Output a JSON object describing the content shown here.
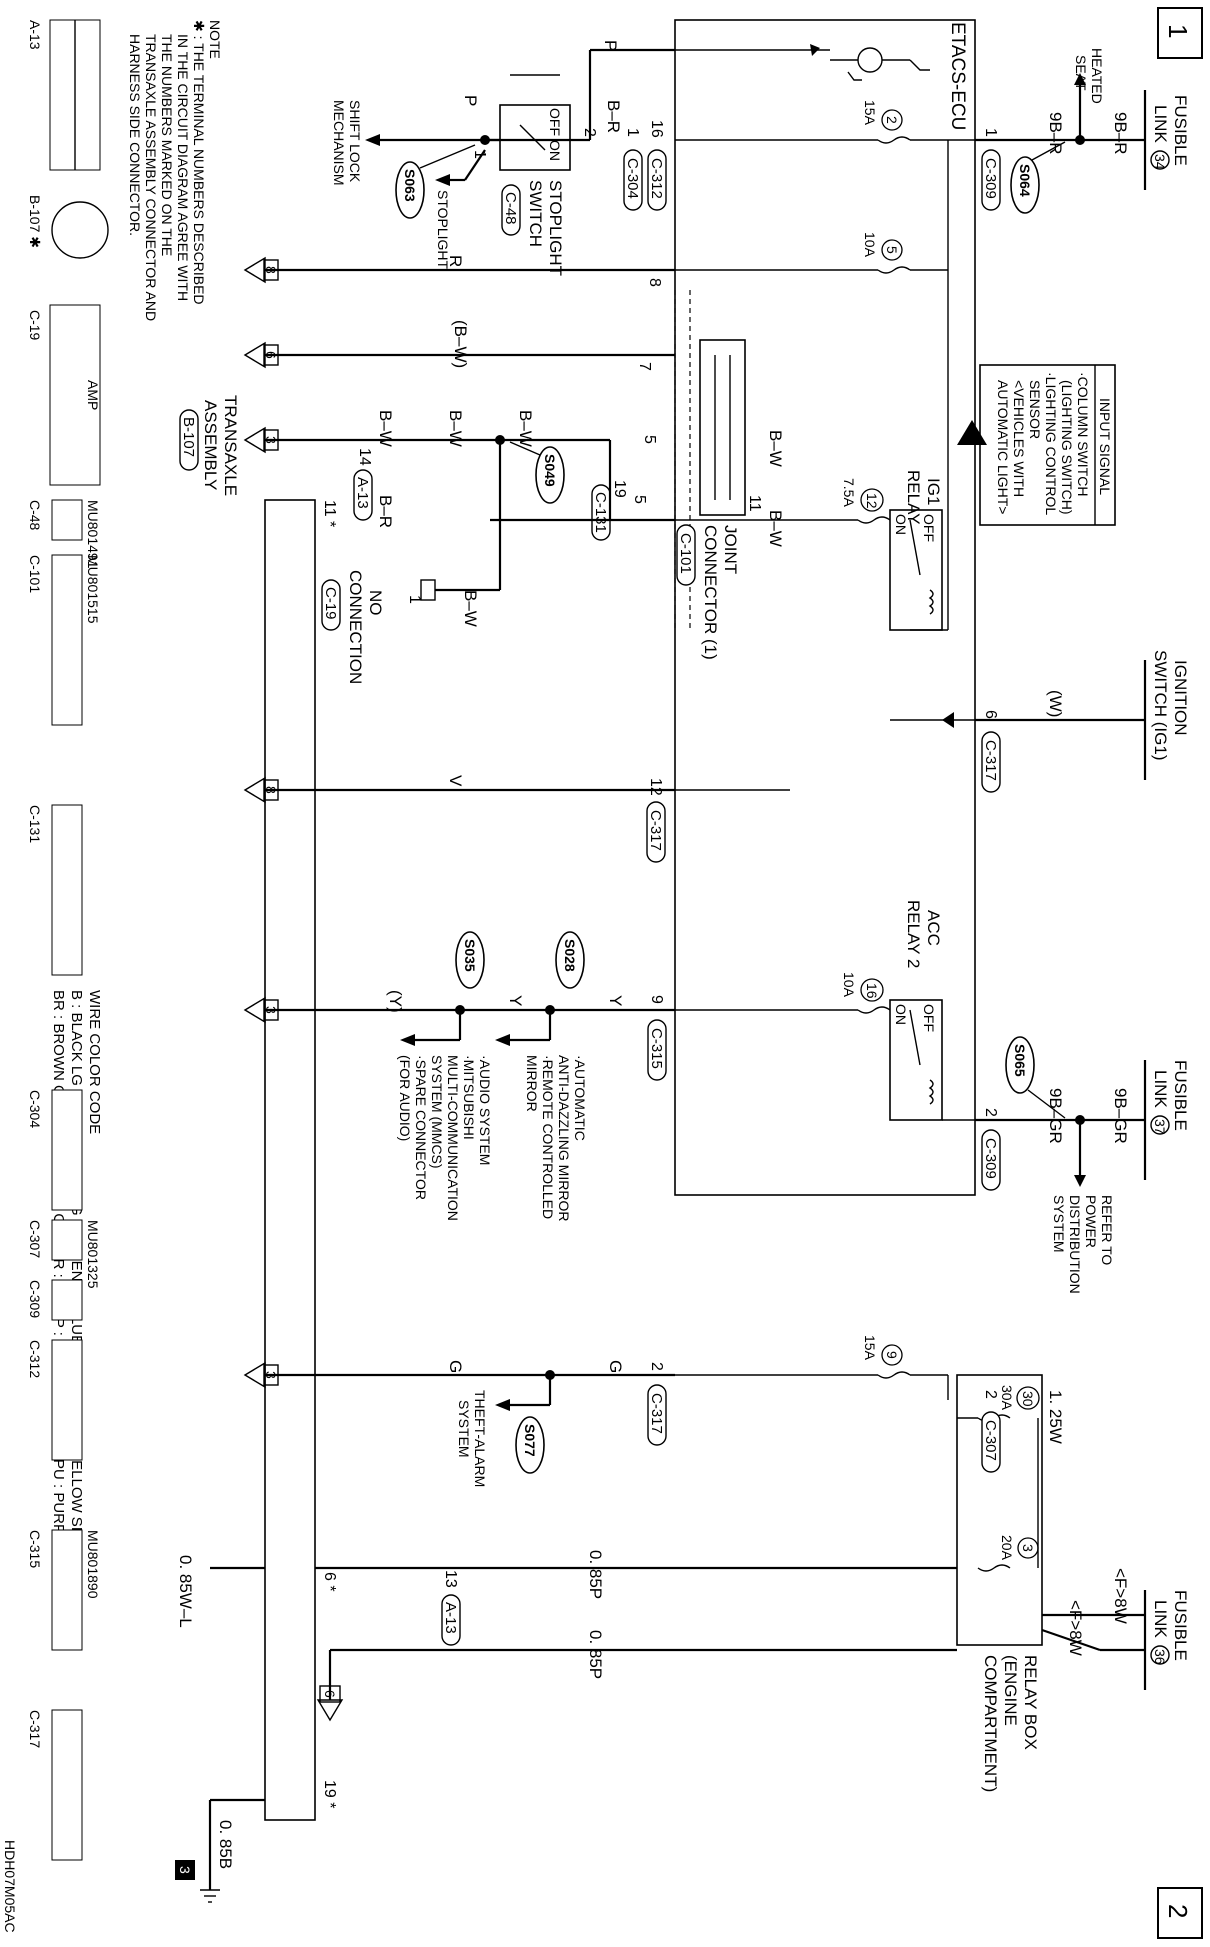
{
  "page_markers": {
    "top": "1",
    "bottom": "2"
  },
  "ecu_label": "ETACS-ECU",
  "sources": {
    "fusible_link_34": {
      "line1": "FUSIBLE",
      "line2": "LINK",
      "num": "34"
    },
    "fusible_link_37": {
      "line1": "FUSIBLE",
      "line2": "LINK",
      "num": "37"
    },
    "fusible_link_36": {
      "line1": "FUSIBLE",
      "line2": "LINK",
      "num": "36"
    },
    "ignition_switch": {
      "line1": "IGNITION",
      "line2": "SWITCH (IG1)"
    }
  },
  "heated_seat": {
    "line1": "HEATED",
    "line2": "SEAT"
  },
  "input_signal": {
    "title": "INPUT SIGNAL",
    "lines": [
      "·COLUMN SWITCH",
      "(LIGHTING SWITCH)",
      "·LIGHTING CONTROL",
      "SENSOR",
      "<VEHICLES WITH",
      "AUTOMATIC LIGHT>"
    ]
  },
  "relays": {
    "ig1": {
      "line1": "IG1",
      "line2": "RELAY"
    },
    "acc2": {
      "line1": "ACC",
      "line2": "RELAY 2"
    }
  },
  "relay_box": {
    "line1": "RELAY BOX",
    "line2": "(ENGINE",
    "line3": "COMPARTMENT)"
  },
  "relay_contact": {
    "off": "OFF",
    "on": "ON"
  },
  "fuses": [
    {
      "num": "2",
      "amp": "15A"
    },
    {
      "num": "5",
      "amp": "10A"
    },
    {
      "num": "12",
      "amp": "7.5A"
    },
    {
      "num": "16",
      "amp": "10A"
    },
    {
      "num": "9",
      "amp": "15A"
    },
    {
      "num": "30",
      "amp": "30A"
    },
    {
      "num": "3",
      "amp": "20A"
    }
  ],
  "wires": {
    "w9br_a": "9B–R",
    "w9br_b": "9B–R",
    "w9bgr_a": "9B–GR",
    "w9bgr_b": "9B–GR",
    "wf8_a": "<F>8W",
    "wf8_b": "<F>8W",
    "w_br1": "B–R",
    "w_p1": "P",
    "w_p2": "P",
    "w_r": "R",
    "w_bw_paren": "(B–W)",
    "w_bw1": "B–W",
    "w_bw2": "B–W",
    "w_bw3": "B–W",
    "w_bw4": "B–W",
    "w_bw5": "B–W",
    "w_bw6": "B–W",
    "w_br2": "B–R",
    "w_ign": "(W)",
    "w_v": "V",
    "w_y1": "Y",
    "w_y2": "Y",
    "w_y_paren": "(Y)",
    "w_g1": "G",
    "w_g2": "G",
    "w_125w": "1. 25W",
    "w_085p1": "0. 85P",
    "w_085p2": "0. 85P",
    "w_085wl": "0. 85W–L",
    "w_085b": "0. 85B"
  },
  "connectors": {
    "c309": "C-309",
    "c309b": "C-309",
    "c312": "C-312",
    "c304": "C-304",
    "c48": "C-48",
    "c317a": "C-317",
    "c317b": "C-317",
    "c317c": "C-317",
    "c131": "C-131",
    "c101": "C-101",
    "c19": "C-19",
    "c315": "C-315",
    "c307": "C-307",
    "a13a": "A-13",
    "a13b": "A-13",
    "b107": "B-107"
  },
  "pins": {
    "p_c309_1": "1",
    "p_c309_2": "2",
    "p_c312_16": "16",
    "p_c304_1": "1",
    "p_c48_2": "2",
    "p_c48_1": "1",
    "p_8": "8",
    "p_7": "7",
    "p_5a": "5",
    "p_11a": "11",
    "p_5b": "5",
    "p_19": "19",
    "p_14": "14",
    "p_11b": "11 *",
    "p_c19_1": "1",
    "p_c317_6": "6",
    "p_c317_12": "12",
    "p_c315_9": "9",
    "p_c317_2": "2",
    "p_c307_2": "2",
    "p_a13_13": "13",
    "p_6star": "6 *",
    "p_19star": "19 *"
  },
  "splices": [
    "S064",
    "S063",
    "S049",
    "S065",
    "S028",
    "S035",
    "S077"
  ],
  "destinations": {
    "shift_lock": {
      "line1": "SHIFT LOCK",
      "line2": "MECHANISM"
    },
    "stoplight": "STOPLIGHT",
    "stoplight_switch": {
      "line1": "STOPLIGHT",
      "line2": "SWITCH"
    },
    "joint_connector": {
      "line1": "JOINT",
      "line2": "CONNECTOR (1)"
    },
    "no_connection": {
      "line1": "NO",
      "line2": "CONNECTION"
    },
    "transaxle": {
      "line1": "TRANSAXLE",
      "line2": "ASSEMBLY"
    },
    "power_dist": {
      "line1": "REFER TO",
      "line2": "POWER",
      "line3": "DISTRIBUTION",
      "line4": "SYSTEM"
    },
    "mirror": {
      "line1": "·AUTOMATIC",
      "line2": "ANTI-DAZZLING MIRROR",
      "line3": "·REMOTE CONTROLLED",
      "line4": "MIRROR"
    },
    "audio": {
      "line1": "·AUDIO SYSTEM",
      "line2": "·MITSUBISHI",
      "line3": "MULTI-COMMUNICATION",
      "line4": "SYSTEM (MMCS)",
      "line5": "·SPARE CONNECTOR",
      "line6": "(FOR AUDIO)"
    },
    "theft": {
      "line1": "THEFT-ALARM",
      "line2": "SYSTEM"
    }
  },
  "page_refs": [
    "8",
    "6",
    "3",
    "8",
    "3",
    "3",
    "6",
    "3"
  ],
  "ground_ref": "3",
  "note": {
    "line1": "NOTE",
    "line2": "✱ : THE TERMINAL NUMBERS DESCRIBED",
    "line3": "IN THE CIRCUIT DIAGRAM AGREE WITH",
    "line4": "THE NUMBERS MARKED ON THE",
    "line5": "TRANSAXLE ASSEMBLY CONNECTOR AND",
    "line6": "HARNESS SIDE CONNECTOR."
  },
  "color_code": {
    "title": "WIRE COLOR CODE",
    "row1": "B : BLACK   LG : LIGHT GREEN   G : GREEN   L : BLUE   W : WHITE   Y : YELLOW   SB : SKY BLUE",
    "row2": "BR : BROWN   O : ORANGE   GR : GRAY   R : RED   P : PINK   V : VIOLET   PU : PURPLE   SI : SILVER"
  },
  "legend_connectors": {
    "a13": "A-13",
    "b107": "B-107 ✱",
    "c19": "C-19",
    "c48": "C-48",
    "c101": "C-101",
    "c131": "C-131",
    "c304": "C-304",
    "c307": "C-307",
    "c309": "C-309",
    "c312": "C-312",
    "c315": "C-315",
    "c317": "C-317",
    "mu1": "MU801491",
    "mu2": "MU801515",
    "mu3": "MU801325",
    "mu4": "MU801890",
    "amp": "AMP"
  },
  "drawing_code": "HDH07M05AC"
}
